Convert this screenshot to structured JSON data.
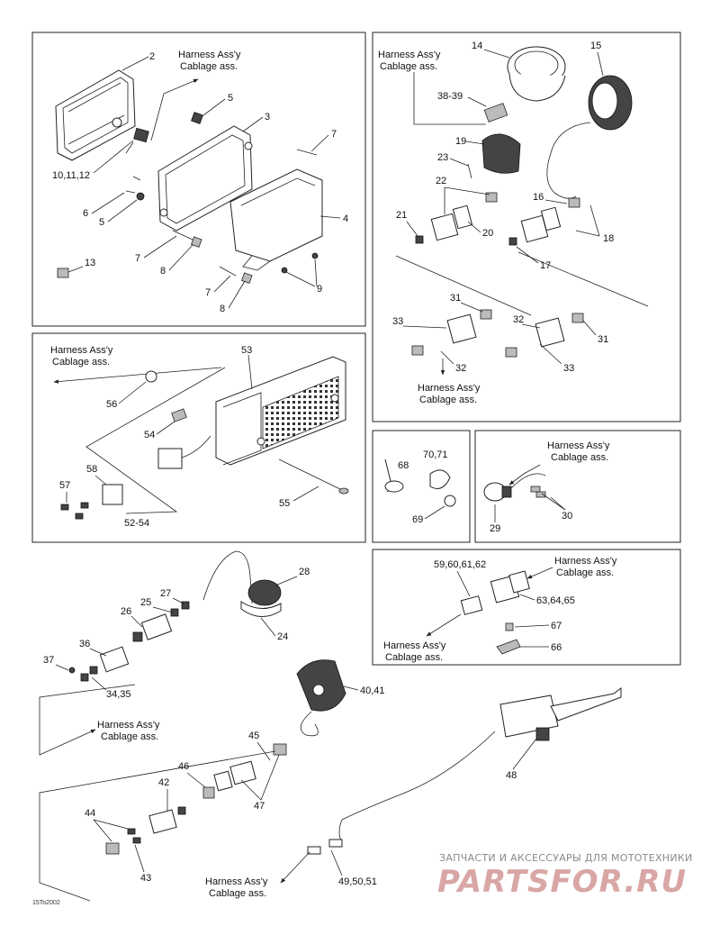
{
  "harness_label": {
    "line1": "Harness Ass'y",
    "line2": "Cablage ass."
  },
  "diagram_code": "15To2002",
  "watermark": {
    "line1": "ЗАПЧАСТИ И АКСЕССУАРЫ ДЛЯ МОТОТЕХНИКИ",
    "line2": "PARTSFOR.RU"
  },
  "labels": {
    "l2": "2",
    "l3": "3",
    "l4": "4",
    "l5a": "5",
    "l5b": "5",
    "l6": "6",
    "l7a": "7",
    "l7b": "7",
    "l7c": "7",
    "l8a": "8",
    "l8b": "8",
    "l9": "9",
    "l10_12": "10,11,12",
    "l13": "13",
    "l14": "14",
    "l15": "15",
    "l16": "16",
    "l17": "17",
    "l18": "18",
    "l19": "19",
    "l20": "20",
    "l21": "21",
    "l22": "22",
    "l23": "23",
    "l38_39": "38-39",
    "l31a": "31",
    "l31b": "31",
    "l32a": "32",
    "l32b": "32",
    "l33a": "33",
    "l33b": "33",
    "l53": "53",
    "l54": "54",
    "l55": "55",
    "l56": "56",
    "l57": "57",
    "l58": "58",
    "l52_54": "52-54",
    "l68": "68",
    "l69": "69",
    "l70_71": "70,71",
    "l29": "29",
    "l30": "30",
    "l59_62": "59,60,61,62",
    "l63_65": "63,64,65",
    "l66": "66",
    "l67": "67",
    "l24": "24",
    "l25": "25",
    "l26": "26",
    "l27": "27",
    "l28": "28",
    "l34_35": "34,35",
    "l36": "36",
    "l37": "37",
    "l40_41": "40,41",
    "l42": "42",
    "l43": "43",
    "l44": "44",
    "l45": "45",
    "l46": "46",
    "l47": "47",
    "l48": "48",
    "l49_51": "49,50,51"
  }
}
